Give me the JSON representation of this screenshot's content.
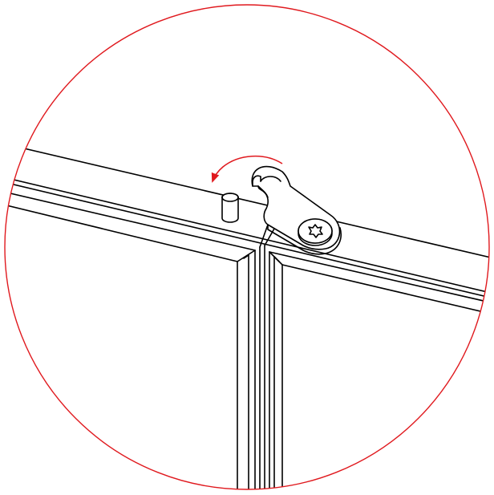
{
  "diagram": {
    "kind": "assembly-detail-callout",
    "colors": {
      "line": "#000000",
      "callout_circle": "#e0191e",
      "motion_arrow": "#e0191e",
      "background": "#ffffff"
    },
    "parts": [
      {
        "id": "top-rail",
        "icon": "frame-rail"
      },
      {
        "id": "left-panel",
        "icon": "door-panel"
      },
      {
        "id": "right-panel",
        "icon": "door-panel"
      },
      {
        "id": "locking-pin",
        "icon": "cylinder-pin"
      },
      {
        "id": "latch-hook",
        "icon": "rotating-hook"
      },
      {
        "id": "torx-screw",
        "icon": "torx-screw-head"
      }
    ],
    "motion": {
      "direction": "counter-clockwise",
      "icon": "curved-arrow-icon"
    }
  }
}
